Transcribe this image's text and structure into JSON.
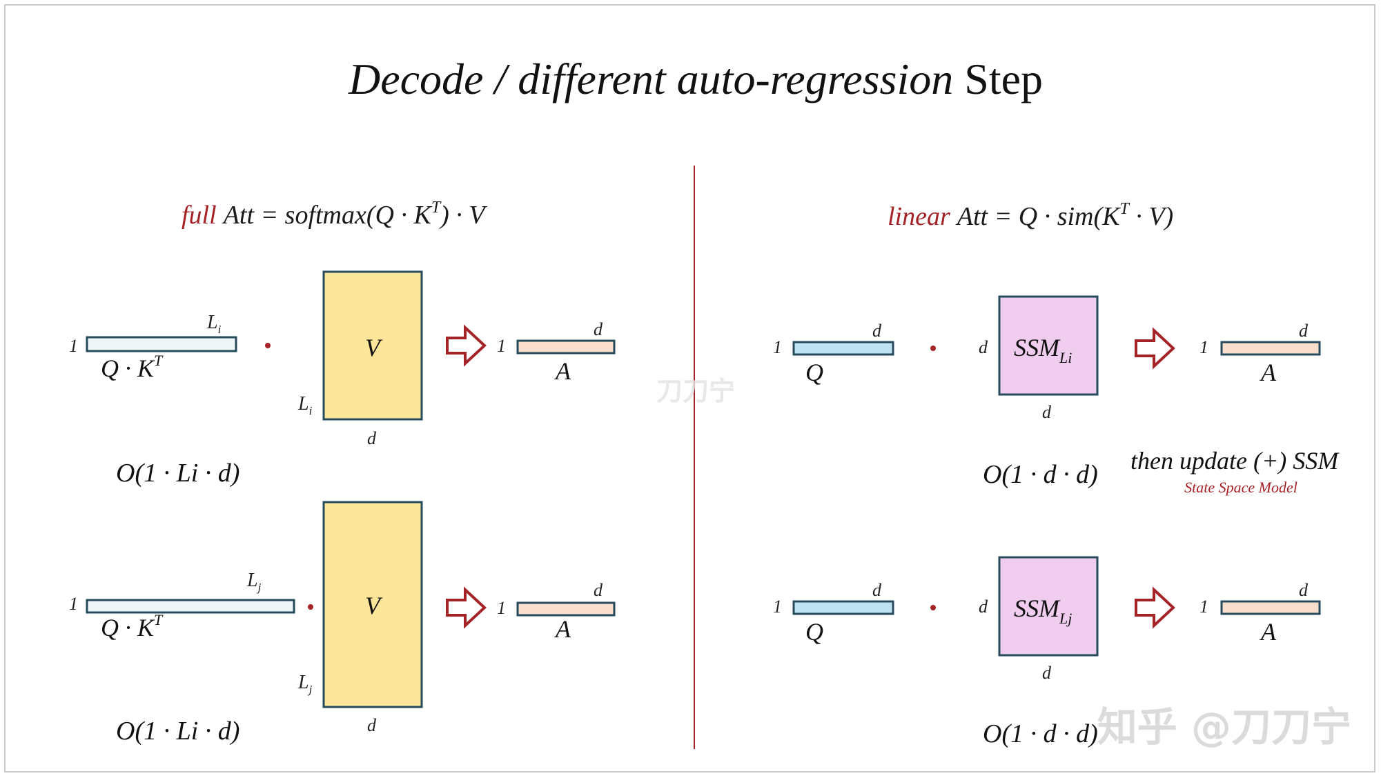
{
  "title": {
    "italic_part": "Decode / different auto-regression",
    "upright_part": "Step"
  },
  "colors": {
    "accent_red": "#a52226",
    "v_fill": "#fde59a",
    "v_stroke": "#254a5c",
    "ssm_fill": "#f0cdef",
    "q_fill": "#bfe3f2",
    "a_fill": "#fadfcc",
    "qk_fill": "#eef6f8"
  },
  "left": {
    "formula": {
      "keyword": "full",
      "text": "Att = softmax(Q · K",
      "sup": "T",
      "tail": ") · V"
    },
    "rows": [
      {
        "one_label": "1",
        "length_label": "L",
        "length_sub": "i",
        "qk_label": "Q · K",
        "qk_sup": "T",
        "v_label": "V",
        "v_height_label": "L",
        "v_height_sub": "i",
        "v_width_label": "d",
        "out_one_label": "1",
        "out_d_label": "d",
        "out_label": "A",
        "complexity": "O(1 · Li · d)"
      },
      {
        "one_label": "1",
        "length_label": "L",
        "length_sub": "j",
        "qk_label": "Q · K",
        "qk_sup": "T",
        "v_label": "V",
        "v_height_label": "L",
        "v_height_sub": "j",
        "v_width_label": "d",
        "out_one_label": "1",
        "out_d_label": "d",
        "out_label": "A",
        "complexity": "O(1 · Li · d)"
      }
    ]
  },
  "right": {
    "formula": {
      "keyword": "linear",
      "text": "Att = Q · sim(K",
      "sup": "T",
      "tail": " · V)"
    },
    "rows": [
      {
        "one_label": "1",
        "q_d_label": "d",
        "q_label": "Q",
        "ssm_d_left": "d",
        "ssm_label": "SSM",
        "ssm_sub": "Li",
        "ssm_d_bottom": "d",
        "out_one_label": "1",
        "out_d_label": "d",
        "out_label": "A",
        "complexity": "O(1 · d · d)"
      },
      {
        "one_label": "1",
        "q_d_label": "d",
        "q_label": "Q",
        "ssm_d_left": "d",
        "ssm_label": "SSM",
        "ssm_sub": "Lj",
        "ssm_d_bottom": "d",
        "out_one_label": "1",
        "out_d_label": "d",
        "out_label": "A",
        "complexity": "O(1 · d · d)"
      }
    ],
    "update_note": "then update (+) SSM",
    "update_subnote": "State Space Model"
  },
  "watermark": {
    "center": "刀刀宁",
    "corner": "知乎 @刀刀宁"
  }
}
